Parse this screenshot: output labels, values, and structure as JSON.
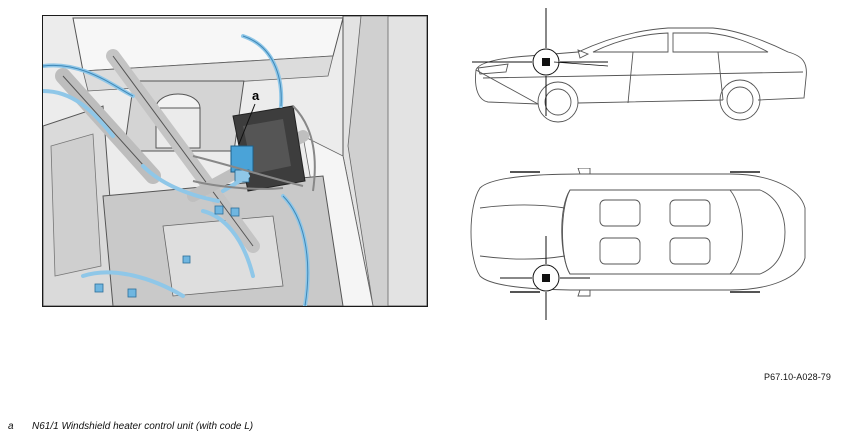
{
  "figure": {
    "callout_letter": "a",
    "reference_code": "P67.10-A028-79"
  },
  "legend": {
    "items": [
      {
        "key": "a",
        "text": "N61/1 Windshield heater control unit (with code L)"
      }
    ]
  },
  "colors": {
    "highlight_cable": "#8fc7e8",
    "highlight_component": "#4aa3d8",
    "line": "#444444",
    "frame": "#1a1a1a"
  }
}
